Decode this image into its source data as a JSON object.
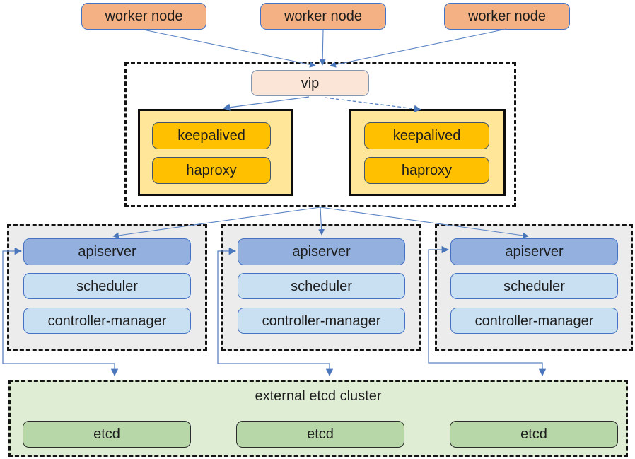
{
  "palette": {
    "arrow_blue": "#5b83c4",
    "worker_fill": "#f4b183",
    "worker_border": "#4472c4",
    "vip_fill": "#fbe5d6",
    "vip_border": "#8496b0",
    "lb_container_fill": "#ffe699",
    "lb_box_fill": "#ffc000",
    "lb_box_border": "#44546a",
    "master_container_fill": "#ececec",
    "apiserver_fill": "#94b0df",
    "component_fill": "#c9dff2",
    "component_border": "#4472c4",
    "etcd_container_fill": "#dfedd5",
    "etcd_box_fill": "#b7d7a8",
    "dashed_frame_border": "#131313",
    "text": "#1d1d1d"
  },
  "worker_nodes": [
    {
      "label": "worker node"
    },
    {
      "label": "worker node"
    },
    {
      "label": "worker node"
    }
  ],
  "vip": {
    "label": "vip"
  },
  "lb_nodes": [
    {
      "components": [
        {
          "label": "keepalived"
        },
        {
          "label": "haproxy"
        }
      ]
    },
    {
      "components": [
        {
          "label": "keepalived"
        },
        {
          "label": "haproxy"
        }
      ]
    }
  ],
  "master_nodes": [
    {
      "components": [
        {
          "label": "apiserver"
        },
        {
          "label": "scheduler"
        },
        {
          "label": "controller-manager"
        }
      ]
    },
    {
      "components": [
        {
          "label": "apiserver"
        },
        {
          "label": "scheduler"
        },
        {
          "label": "controller-manager"
        }
      ]
    },
    {
      "components": [
        {
          "label": "apiserver"
        },
        {
          "label": "scheduler"
        },
        {
          "label": "controller-manager"
        }
      ]
    }
  ],
  "etcd_cluster": {
    "title": "external etcd cluster",
    "nodes": [
      {
        "label": "etcd"
      },
      {
        "label": "etcd"
      },
      {
        "label": "etcd"
      }
    ]
  }
}
